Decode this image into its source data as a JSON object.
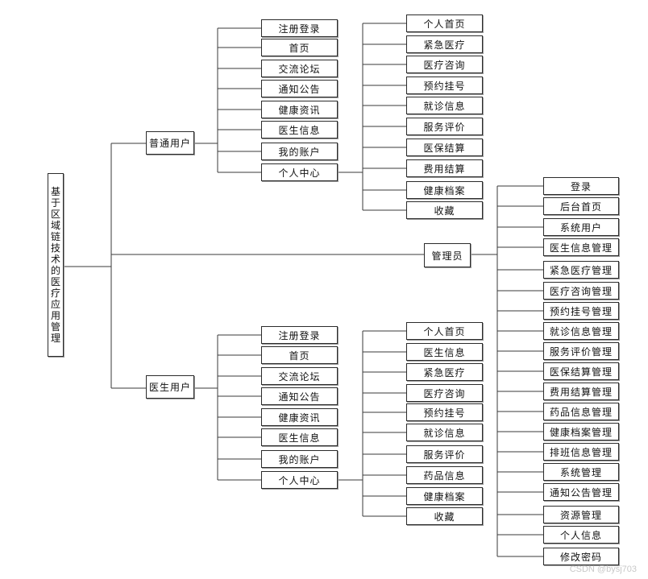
{
  "root": {
    "label": "基于区域链技术的医疗应用管理"
  },
  "normal_user": {
    "label": "普通用户",
    "children": [
      "注册登录",
      "首页",
      "交流论坛",
      "通知公告",
      "健康资讯",
      "医生信息",
      "我的账户",
      "个人中心"
    ],
    "personal_center": [
      "个人首页",
      "紧急医疗",
      "医疗咨询",
      "预约挂号",
      "就诊信息",
      "服务评价",
      "医保结算",
      "费用结算",
      "健康档案",
      "收藏"
    ]
  },
  "admin": {
    "label": "管理员",
    "children": [
      "登录",
      "后台首页",
      "系统用户",
      "医生信息管理",
      "紧急医疗管理",
      "医疗咨询管理",
      "预约挂号管理",
      "就诊信息管理",
      "服务评价管理",
      "医保结算管理",
      "费用结算管理",
      "药品信息管理",
      "健康档案管理",
      "排班信息管理",
      "系统管理",
      "通知公告管理",
      "资源管理",
      "个人信息",
      "修改密码"
    ]
  },
  "doctor_user": {
    "label": "医生用户",
    "children": [
      "注册登录",
      "首页",
      "交流论坛",
      "通知公告",
      "健康资讯",
      "医生信息",
      "我的账户",
      "个人中心"
    ],
    "personal_center": [
      "个人首页",
      "医生信息",
      "紧急医疗",
      "医疗咨询",
      "预约挂号",
      "就诊信息",
      "服务评价",
      "药品信息",
      "健康档案",
      "收藏"
    ]
  },
  "watermark": "CSDN @bysj703"
}
